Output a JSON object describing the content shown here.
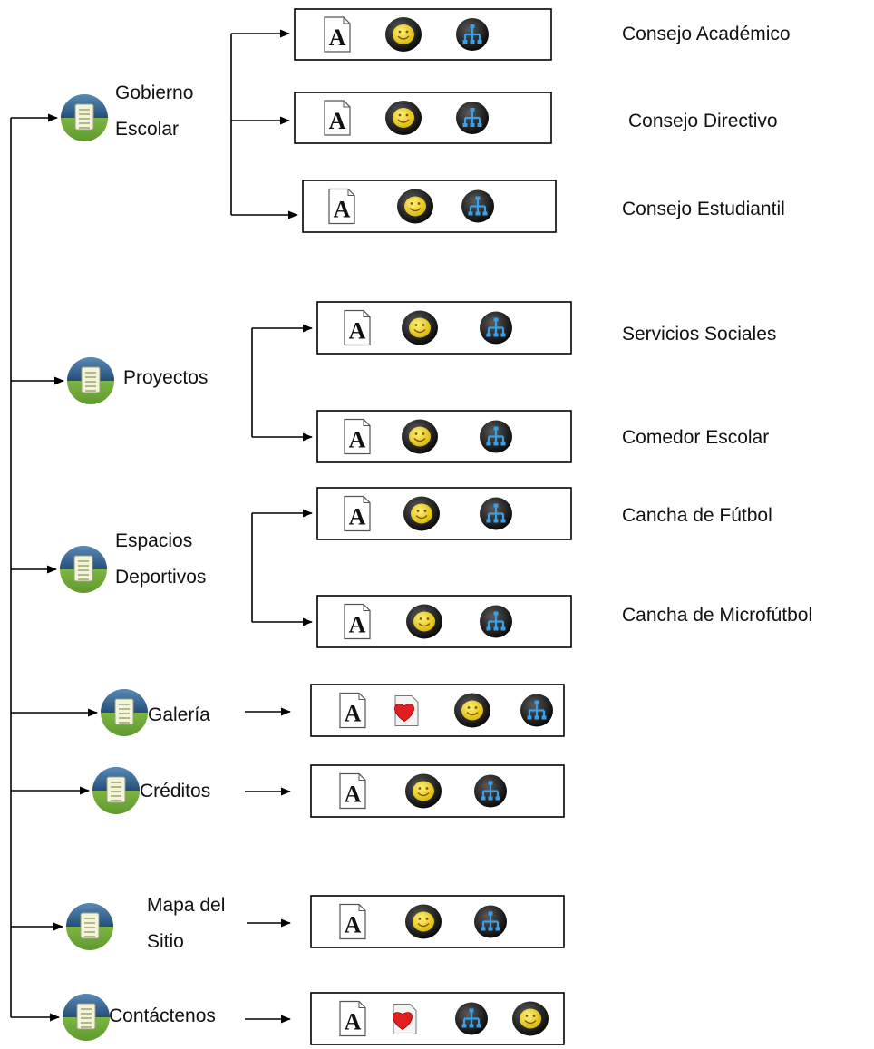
{
  "sections": [
    {
      "label_lines": [
        "Gobierno",
        "Escolar"
      ],
      "children": [
        {
          "label": "Consejo Académico",
          "icons": [
            "document-a-icon",
            "smiley-icon",
            "sitemap-icon"
          ]
        },
        {
          "label": "Consejo Directivo",
          "icons": [
            "document-a-icon",
            "smiley-icon",
            "sitemap-icon"
          ]
        },
        {
          "label": "Consejo Estudiantil",
          "icons": [
            "document-a-icon",
            "smiley-icon",
            "sitemap-icon"
          ]
        }
      ]
    },
    {
      "label_lines": [
        "Proyectos"
      ],
      "children": [
        {
          "label": "Servicios Sociales",
          "icons": [
            "document-a-icon",
            "smiley-icon",
            "sitemap-icon"
          ]
        },
        {
          "label": "Comedor Escolar",
          "icons": [
            "document-a-icon",
            "smiley-icon",
            "sitemap-icon"
          ]
        }
      ]
    },
    {
      "label_lines": [
        "Espacios",
        "Deportivos"
      ],
      "children": [
        {
          "label": "Cancha de Fútbol",
          "icons": [
            "document-a-icon",
            "smiley-icon",
            "sitemap-icon"
          ]
        },
        {
          "label": "Cancha de Microfútbol",
          "icons": [
            "document-a-icon",
            "smiley-icon",
            "sitemap-icon"
          ]
        }
      ]
    },
    {
      "label_lines": [
        "Galería"
      ],
      "children": [
        {
          "label": "",
          "icons": [
            "document-a-icon",
            "heart-page-icon",
            "smiley-icon",
            "sitemap-icon"
          ]
        }
      ]
    },
    {
      "label_lines": [
        "Créditos"
      ],
      "children": [
        {
          "label": "",
          "icons": [
            "document-a-icon",
            "smiley-icon",
            "sitemap-icon"
          ]
        }
      ]
    },
    {
      "label_lines": [
        "Mapa del",
        "Sitio"
      ],
      "children": [
        {
          "label": "",
          "icons": [
            "document-a-icon",
            "smiley-icon",
            "sitemap-icon"
          ]
        }
      ]
    },
    {
      "label_lines": [
        "Contáctenos"
      ],
      "children": [
        {
          "label": "",
          "icons": [
            "document-a-icon",
            "heart-page-icon",
            "sitemap-icon",
            "smiley-icon"
          ]
        }
      ]
    }
  ],
  "colors": {
    "line": "#000000",
    "page_icon_top": "#2f5f8f",
    "page_icon_bottom": "#7fb547",
    "smiley": "#f4d21c",
    "sitemap": "#3aa0e8",
    "heart": "#e02020"
  }
}
